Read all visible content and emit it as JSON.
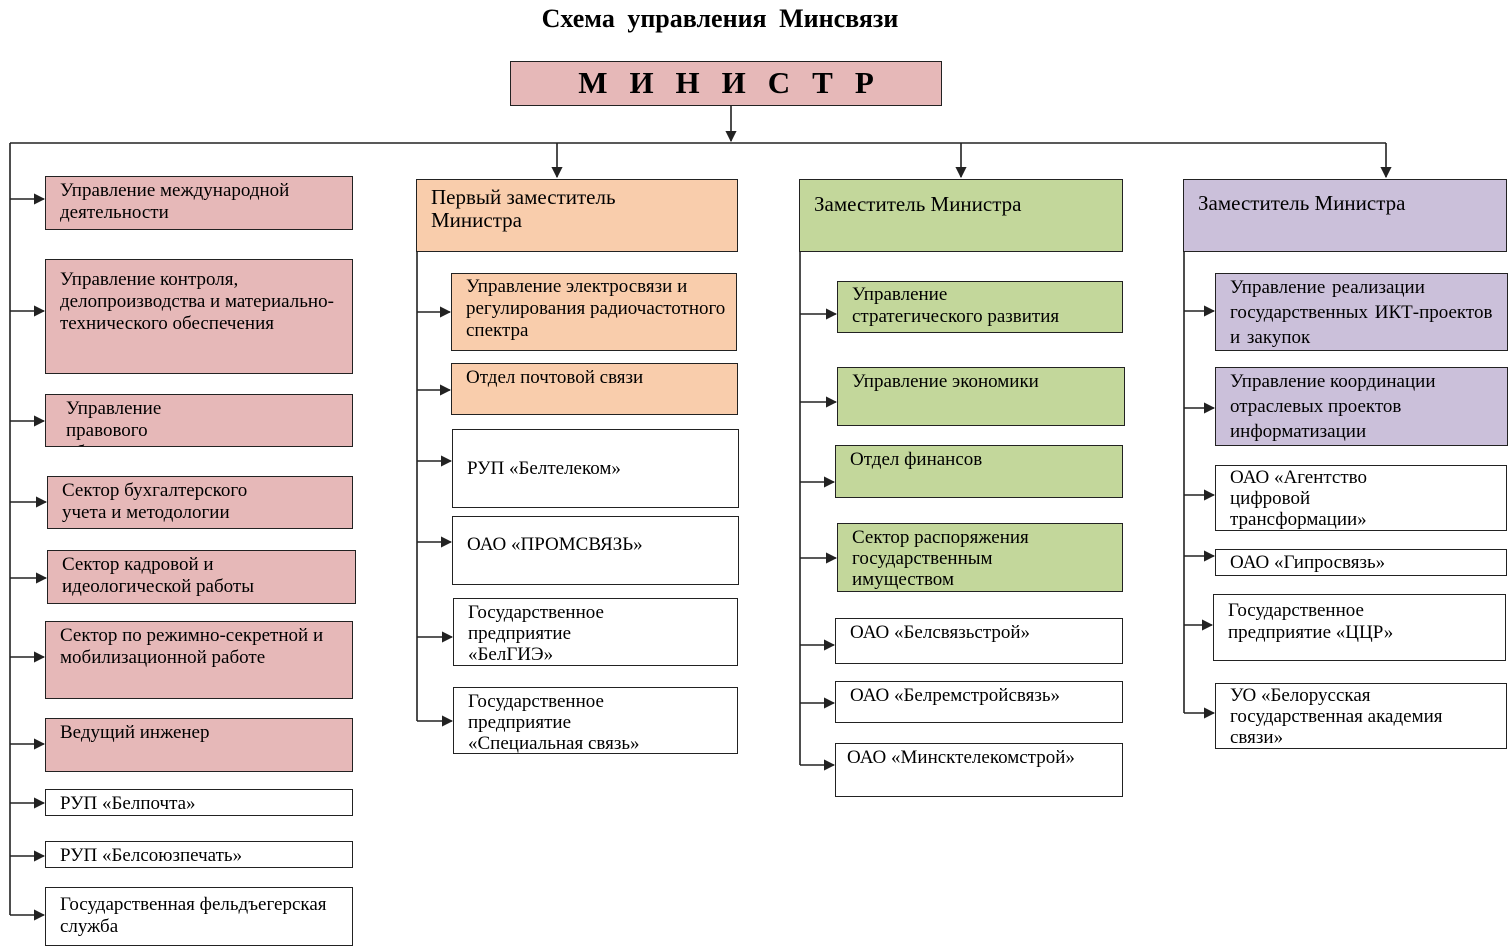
{
  "title": "Схема  управления  Минсвязи",
  "minister": "МИНИСТР",
  "colors": {
    "pink": "#e6b8b8",
    "peach": "#f9cdac",
    "green": "#c3d79b",
    "lavender": "#cbc0da",
    "line": "#222222"
  },
  "col1": {
    "items": [
      "Управление международной деятельности",
      "Управление контроля, делопроизводства и материально-технического обеспечения",
      "Управление правового обеспечения",
      "Сектор бухгалтерского учета и методологии",
      "Сектор кадровой и идеологической работы",
      "Сектор по режимно-секретной и мобилизационной работе",
      "Ведущий инженер",
      "РУП «Белпочта»",
      "РУП «Белсоюзпечать»",
      "Государственная фельдъегерская служба"
    ]
  },
  "col2": {
    "head": "Первый заместитель Министра",
    "items": [
      "Управление электросвязи и регулирования радиочастотного спектра",
      "Отдел почтовой связи",
      "РУП «Белтелеком»",
      "ОАО «ПРОМСВЯЗЬ»",
      "Государственное предприятие «БелГИЭ»",
      "Государственное предприятие «Специальная связь»"
    ]
  },
  "col3": {
    "head": "Заместитель Министра",
    "items": [
      "Управление стратегического развития",
      "Управление экономики",
      "Отдел финансов",
      "Сектор распоряжения государственным имуществом",
      "ОАО «Белсвязьстрой»",
      "ОАО «Белремстройсвязь»",
      "ОАО «Минсктелекомстрой»"
    ]
  },
  "col4": {
    "head": "Заместитель Министра",
    "items": [
      "Управление  реализации государственных  ИКТ-проектов и закупок",
      "Управление координации отраслевых проектов информатизации",
      "ОАО «Агентство цифровой трансформации»",
      "ОАО «Гипросвязь»",
      "Государственное предприятие «ЦЦР»",
      "УО «Белорусская государственная академия связи»"
    ]
  }
}
